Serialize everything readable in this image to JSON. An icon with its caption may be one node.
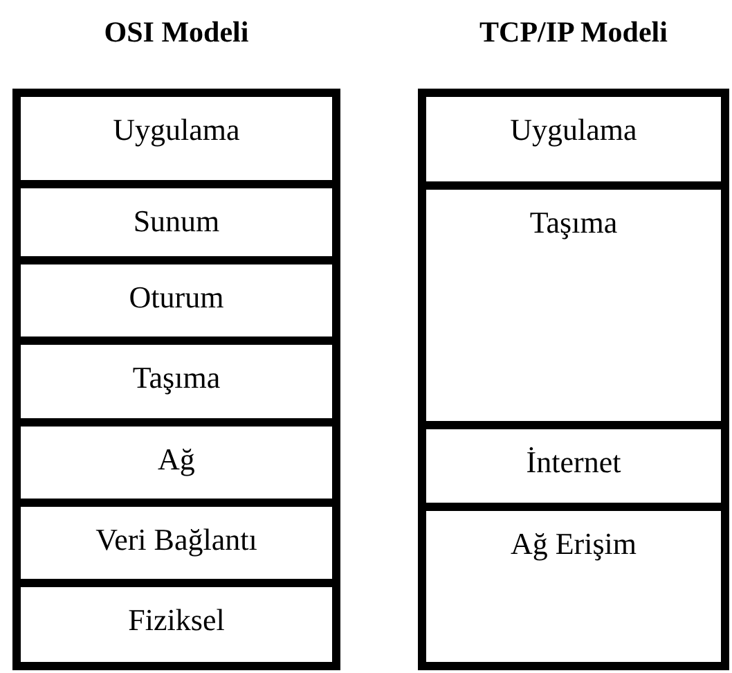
{
  "diagram": {
    "nodes": [
      {
        "text": [
          "OSI Modeli"
        ]
      },
      {
        "text": [
          "Uygulama"
        ],
        "in": 0
      },
      {
        "text": [
          "Sunum"
        ],
        "in": 0
      },
      {
        "text": [
          "Oturum"
        ],
        "in": 0
      },
      {
        "text": [
          "Taşıma"
        ],
        "in": 0
      },
      {
        "text": [
          "Ağ"
        ],
        "in": 0
      },
      {
        "text": [
          "Veri Bağlantı"
        ],
        "in": 0
      },
      {
        "text": [
          "Fiziksel"
        ],
        "in": 0
      },
      {
        "text": [
          "TCP/IP Modeli"
        ]
      },
      {
        "text": [
          "Uygulama"
        ],
        "in": 8
      },
      {
        "text": [
          "Taşıma"
        ],
        "in": 8
      },
      {
        "text": [
          "İnternet"
        ],
        "in": 8
      },
      {
        "text": [
          "Ağ Erişim"
        ],
        "in": 8
      }
    ]
  }
}
